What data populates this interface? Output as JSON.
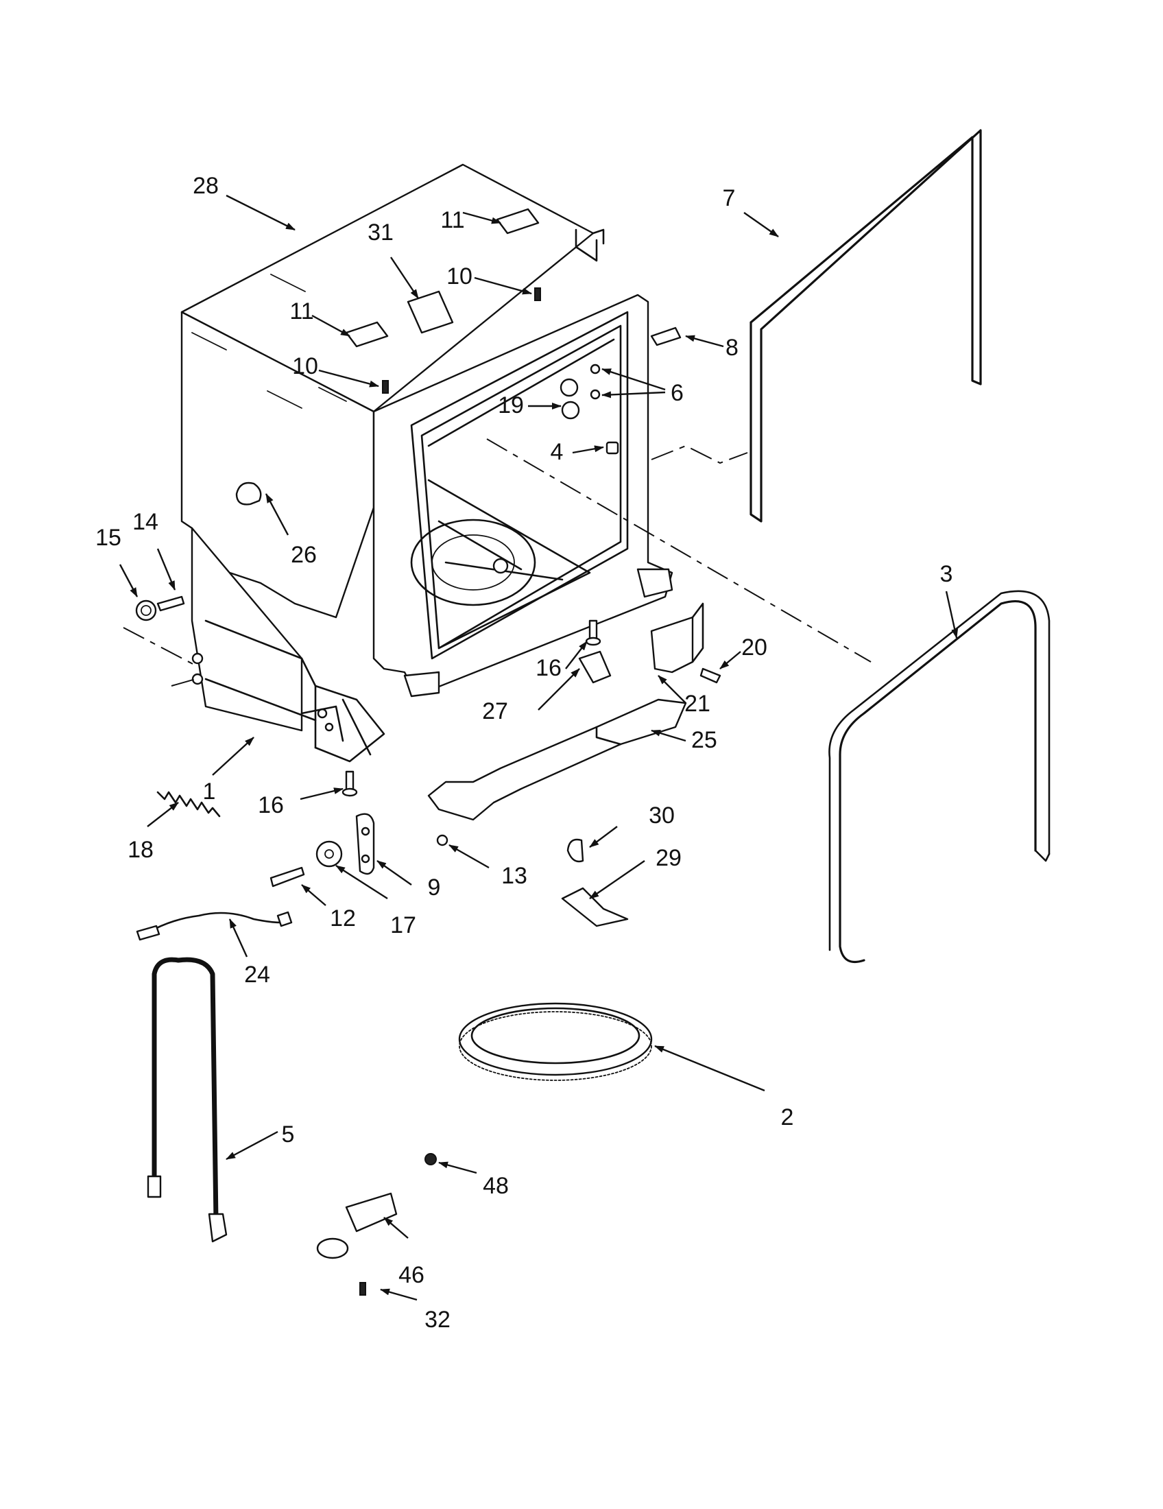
{
  "diagram": {
    "callouts": [
      {
        "id": "c28",
        "label": "28"
      },
      {
        "id": "c7",
        "label": "7"
      },
      {
        "id": "c11a",
        "label": "11"
      },
      {
        "id": "c31",
        "label": "31"
      },
      {
        "id": "c10a",
        "label": "10"
      },
      {
        "id": "c11b",
        "label": "11"
      },
      {
        "id": "c10b",
        "label": "10"
      },
      {
        "id": "c8",
        "label": "8"
      },
      {
        "id": "c19",
        "label": "19"
      },
      {
        "id": "c6",
        "label": "6"
      },
      {
        "id": "c4",
        "label": "4"
      },
      {
        "id": "c26",
        "label": "26"
      },
      {
        "id": "c15",
        "label": "15"
      },
      {
        "id": "c14",
        "label": "14"
      },
      {
        "id": "c3",
        "label": "3"
      },
      {
        "id": "c20",
        "label": "20"
      },
      {
        "id": "c16a",
        "label": "16"
      },
      {
        "id": "c21",
        "label": "21"
      },
      {
        "id": "c27",
        "label": "27"
      },
      {
        "id": "c25",
        "label": "25"
      },
      {
        "id": "c1",
        "label": "1"
      },
      {
        "id": "c16b",
        "label": "16"
      },
      {
        "id": "c18",
        "label": "18"
      },
      {
        "id": "c30",
        "label": "30"
      },
      {
        "id": "c9",
        "label": "9"
      },
      {
        "id": "c13",
        "label": "13"
      },
      {
        "id": "c29",
        "label": "29"
      },
      {
        "id": "c12",
        "label": "12"
      },
      {
        "id": "c17",
        "label": "17"
      },
      {
        "id": "c24",
        "label": "24"
      },
      {
        "id": "c2",
        "label": "2"
      },
      {
        "id": "c5",
        "label": "5"
      },
      {
        "id": "c48",
        "label": "48"
      },
      {
        "id": "c46",
        "label": "46"
      },
      {
        "id": "c32",
        "label": "32"
      }
    ]
  }
}
